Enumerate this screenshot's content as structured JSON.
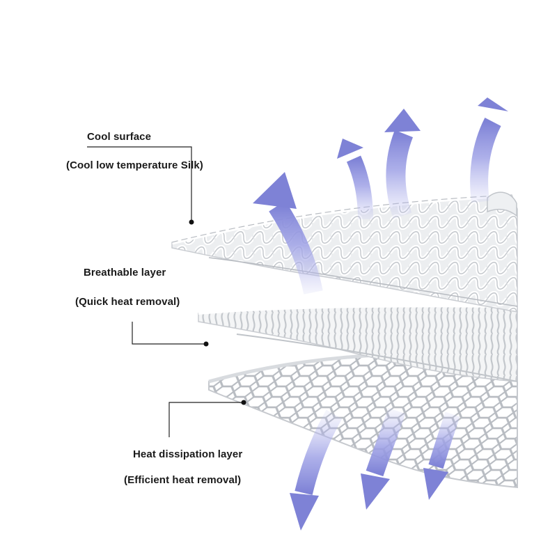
{
  "layers": [
    {
      "title": "Cool surface",
      "subtitle": "(Cool low temperature Silk)"
    },
    {
      "title": "Breathable layer",
      "subtitle": "(Quick heat removal)"
    },
    {
      "title": "Heat dissipation layer",
      "subtitle": "(Efficient heat removal)"
    }
  ],
  "colors": {
    "arrow": "#7e82d6",
    "arrow_light": "#b9bbee",
    "fabric_light": "#ffffff",
    "fabric_shade": "#bfc3c9",
    "leader_line": "#222222"
  }
}
